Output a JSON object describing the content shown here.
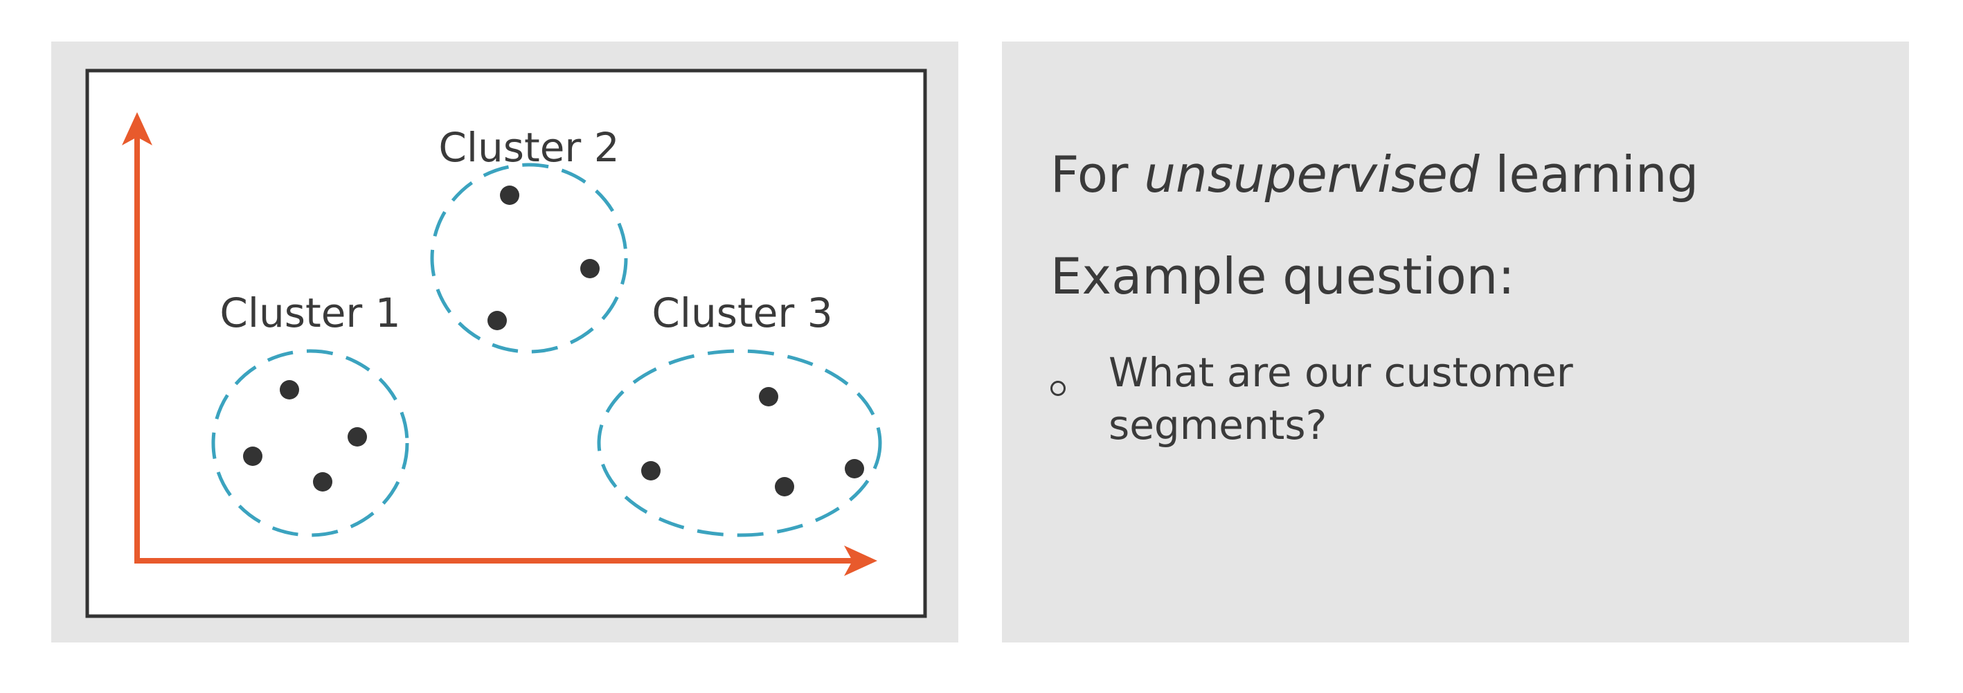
{
  "diagram": {
    "clusters": [
      {
        "label": "Cluster 1"
      },
      {
        "label": "Cluster 2"
      },
      {
        "label": "Cluster 3"
      }
    ],
    "colors": {
      "axis": "#e85a2c",
      "cluster_outline": "#3ba3bf",
      "point": "#333333",
      "frame": "#333333"
    },
    "icons": [
      "arrow-up-icon",
      "arrow-right-icon"
    ]
  },
  "content": {
    "heading_prefix": "For ",
    "heading_emphasis": "unsupervised",
    "heading_suffix": " learning",
    "example_label": "Example question:",
    "bullet_text": "What are our customer segments?"
  }
}
